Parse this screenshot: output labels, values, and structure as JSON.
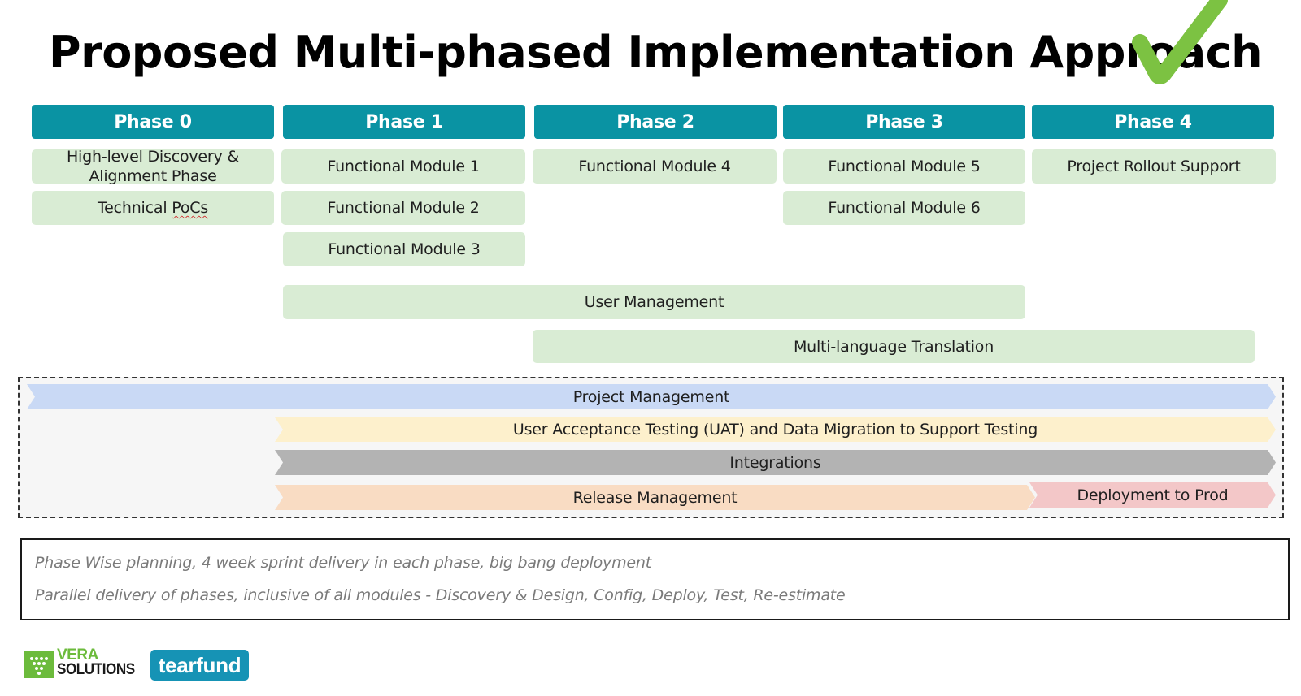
{
  "title": "Proposed Multi-phased Implementation Approach",
  "colors": {
    "phase_header": "#0a93a3",
    "module_box": "#d9ecd4",
    "project_management": "#c9d9f5",
    "uat": "#fdf0cc",
    "integrations": "#b3b3b3",
    "release_management": "#f9dcc3",
    "deployment": "#f3c7c8",
    "check_mark": "#7cc242"
  },
  "phases": [
    {
      "label": "Phase 0"
    },
    {
      "label": "Phase 1"
    },
    {
      "label": "Phase 2"
    },
    {
      "label": "Phase 3"
    },
    {
      "label": "Phase 4"
    }
  ],
  "modules": {
    "p0_discovery_line1": "High-level Discovery &",
    "p0_discovery_line2": "Alignment Phase",
    "p0_technical_prefix": "Technical ",
    "p0_technical_pocs": "PoCs",
    "p1_module1": "Functional Module 1",
    "p1_module2": "Functional Module 2",
    "p1_module3": "Functional Module 3",
    "p2_module4": "Functional Module 4",
    "p3_module5": "Functional Module 5",
    "p3_module6": "Functional Module 6",
    "p4_rollout": "Project Rollout Support",
    "user_management": "User Management",
    "translation": "Multi-language Translation"
  },
  "workstreams": {
    "project_management": "Project Management",
    "uat": "User Acceptance Testing (UAT) and Data Migration to Support Testing",
    "integrations": "Integrations",
    "release_management": "Release Management",
    "deployment": "Deployment to Prod"
  },
  "notes": [
    "Phase Wise planning, 4 week sprint delivery in each phase, big bang deployment",
    "Parallel delivery of phases, inclusive of all modules -  Discovery & Design, Config, Deploy, Test, Re-estimate"
  ],
  "logos": {
    "vera_line1": "VERA",
    "vera_line2": "SOLUTIONS",
    "tearfund": "tearfund"
  }
}
